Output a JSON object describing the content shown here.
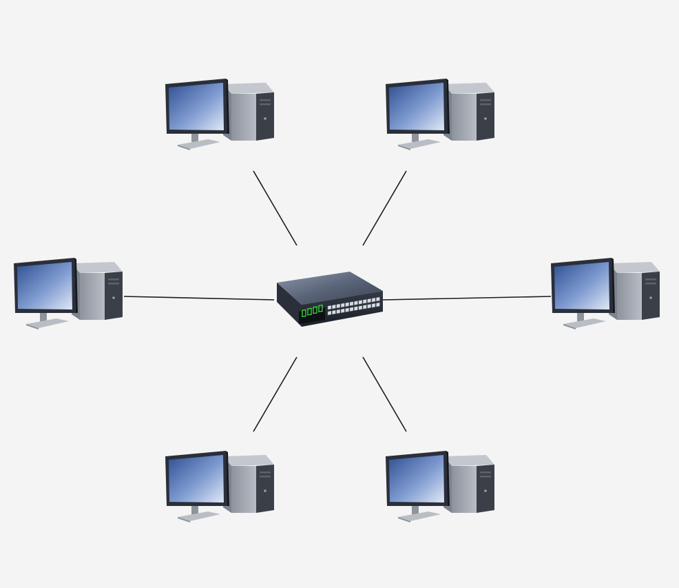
{
  "diagram": {
    "topology": "star",
    "background": "#f4f4f4",
    "link_color": "#1a1a1a",
    "hub": {
      "kind": "network-switch",
      "icon": "network-switch-icon",
      "body_color": "#5a6478",
      "led_color": "#3ddc3d",
      "port_count": 24
    },
    "nodes": [
      {
        "id": "pc-top-left",
        "kind": "desktop-computer",
        "icon": "desktop-computer-icon"
      },
      {
        "id": "pc-top-right",
        "kind": "desktop-computer",
        "icon": "desktop-computer-icon"
      },
      {
        "id": "pc-middle-left",
        "kind": "desktop-computer",
        "icon": "desktop-computer-icon"
      },
      {
        "id": "pc-middle-right",
        "kind": "desktop-computer",
        "icon": "desktop-computer-icon"
      },
      {
        "id": "pc-bottom-left",
        "kind": "desktop-computer",
        "icon": "desktop-computer-icon"
      },
      {
        "id": "pc-bottom-right",
        "kind": "desktop-computer",
        "icon": "desktop-computer-icon"
      }
    ],
    "links": [
      {
        "from": "pc-top-left",
        "to": "hub"
      },
      {
        "from": "pc-top-right",
        "to": "hub"
      },
      {
        "from": "pc-middle-left",
        "to": "hub"
      },
      {
        "from": "pc-middle-right",
        "to": "hub"
      },
      {
        "from": "pc-bottom-left",
        "to": "hub"
      },
      {
        "from": "pc-bottom-right",
        "to": "hub"
      }
    ],
    "colors": {
      "monitor_bezel": "#2a2f3a",
      "screen_dark": "#3c5a9a",
      "screen_light": "#c9d6ee",
      "case_front": "#3b3f47",
      "case_side": "#9aa0aa",
      "case_top": "#c4c8ce",
      "stand": "#b9bdc4"
    }
  }
}
